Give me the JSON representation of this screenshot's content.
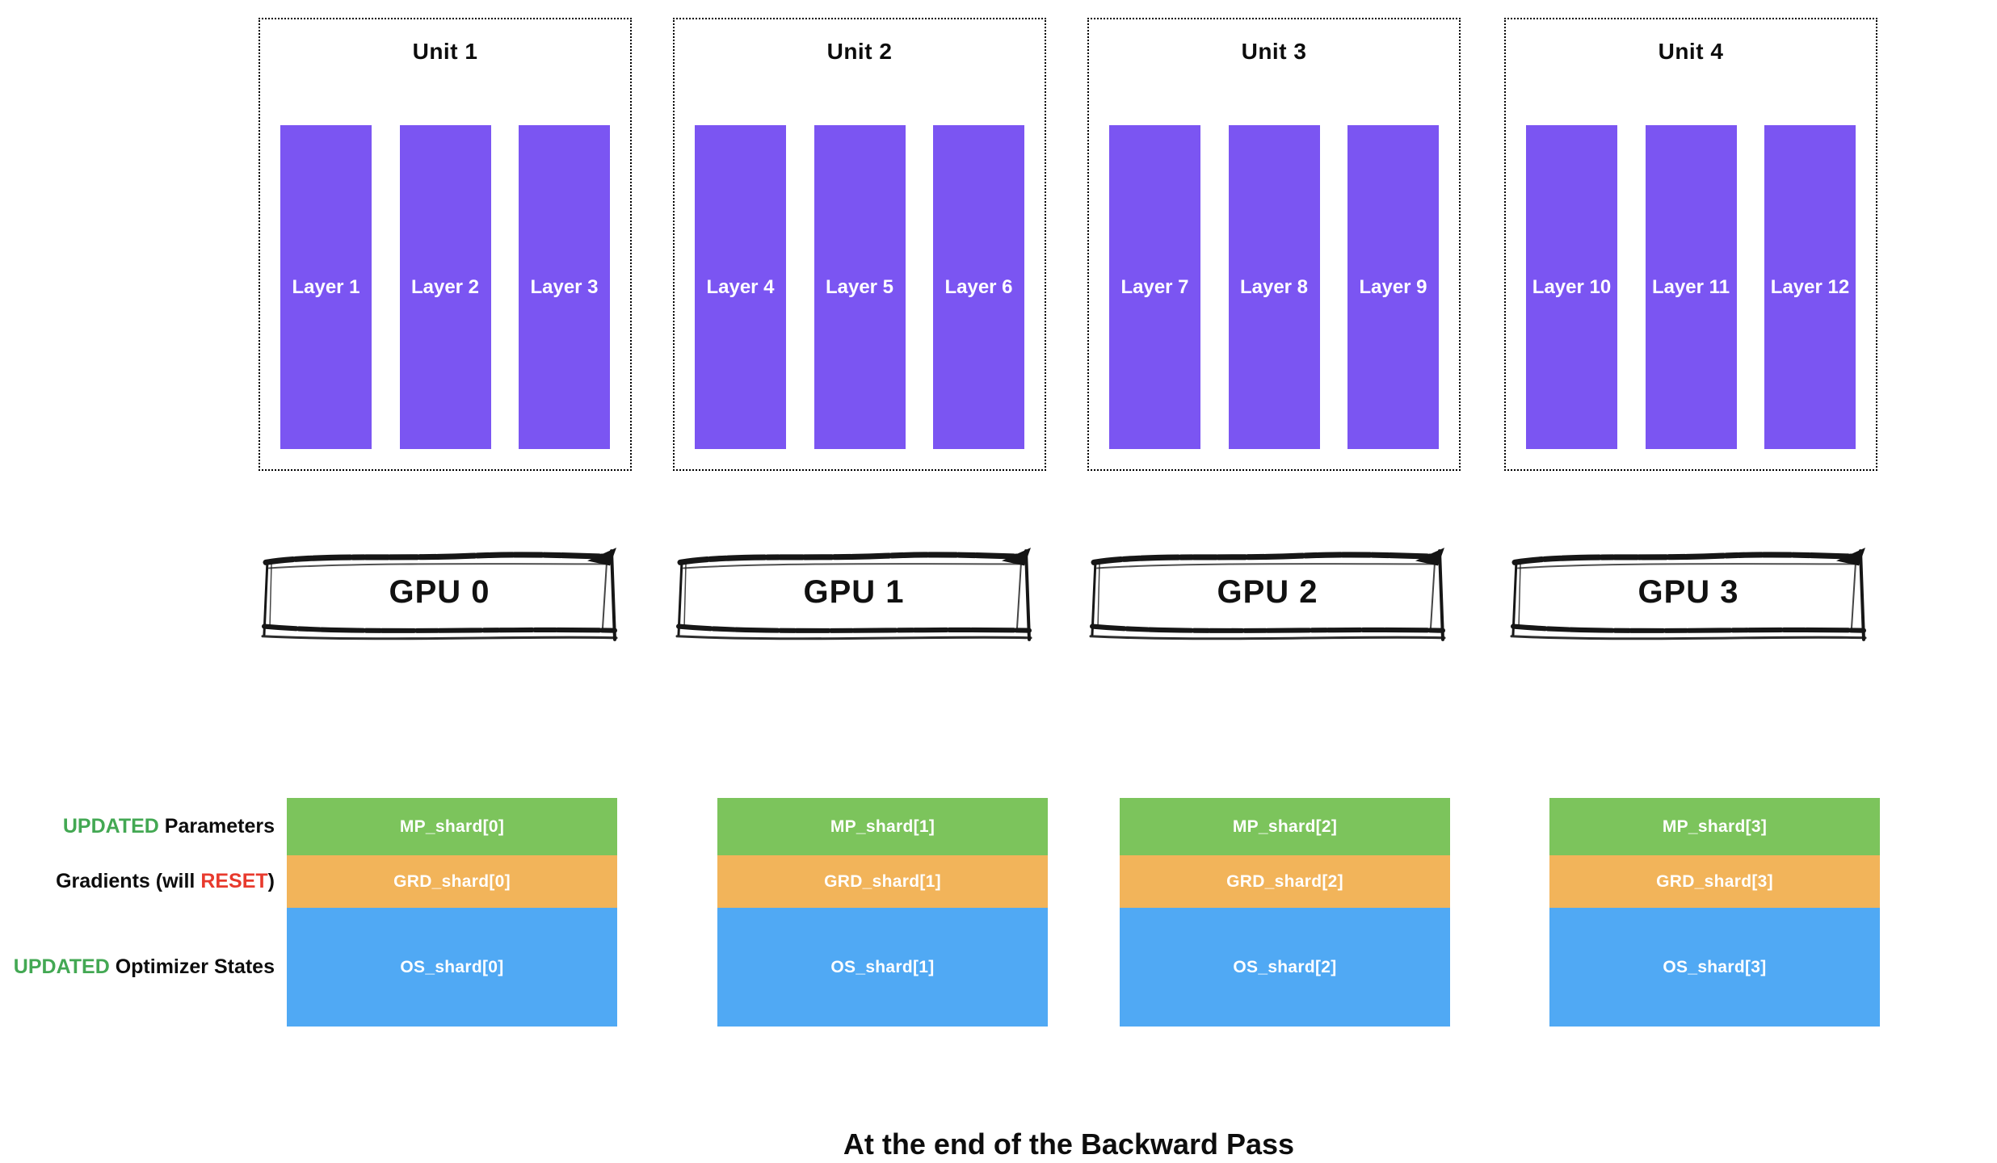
{
  "caption": "At the end of the Backward Pass",
  "units": [
    {
      "label": "Unit 1",
      "layers": [
        "Layer 1",
        "Layer 2",
        "Layer 3"
      ]
    },
    {
      "label": "Unit 2",
      "layers": [
        "Layer 4",
        "Layer 5",
        "Layer 6"
      ]
    },
    {
      "label": "Unit 3",
      "layers": [
        "Layer 7",
        "Layer 8",
        "Layer 9"
      ]
    },
    {
      "label": "Unit 4",
      "layers": [
        "Layer 10",
        "Layer 11",
        "Layer 12"
      ]
    }
  ],
  "gpus": [
    "GPU 0",
    "GPU 1",
    "GPU 2",
    "GPU 3"
  ],
  "stacks": [
    {
      "mp": "MP_shard[0]",
      "grd": "GRD_shard[0]",
      "os": "OS_shard[0]"
    },
    {
      "mp": "MP_shard[1]",
      "grd": "GRD_shard[1]",
      "os": "OS_shard[1]"
    },
    {
      "mp": "MP_shard[2]",
      "grd": "GRD_shard[2]",
      "os": "OS_shard[2]"
    },
    {
      "mp": "MP_shard[3]",
      "grd": "GRD_shard[3]",
      "os": "OS_shard[3]"
    }
  ],
  "left_labels": [
    {
      "green": "UPDATED",
      "rest": " Parameters"
    },
    {
      "pre": "Gradients (will ",
      "red": "RESET",
      "post": ")"
    },
    {
      "green": "UPDATED",
      "rest": " Optimizer States"
    }
  ],
  "colors": {
    "purple": "#7B55F2",
    "green": "#7CC45C",
    "orange": "#F2B45A",
    "blue": "#50A9F4",
    "green-text": "#43A853",
    "red-text": "#E83A2D"
  }
}
